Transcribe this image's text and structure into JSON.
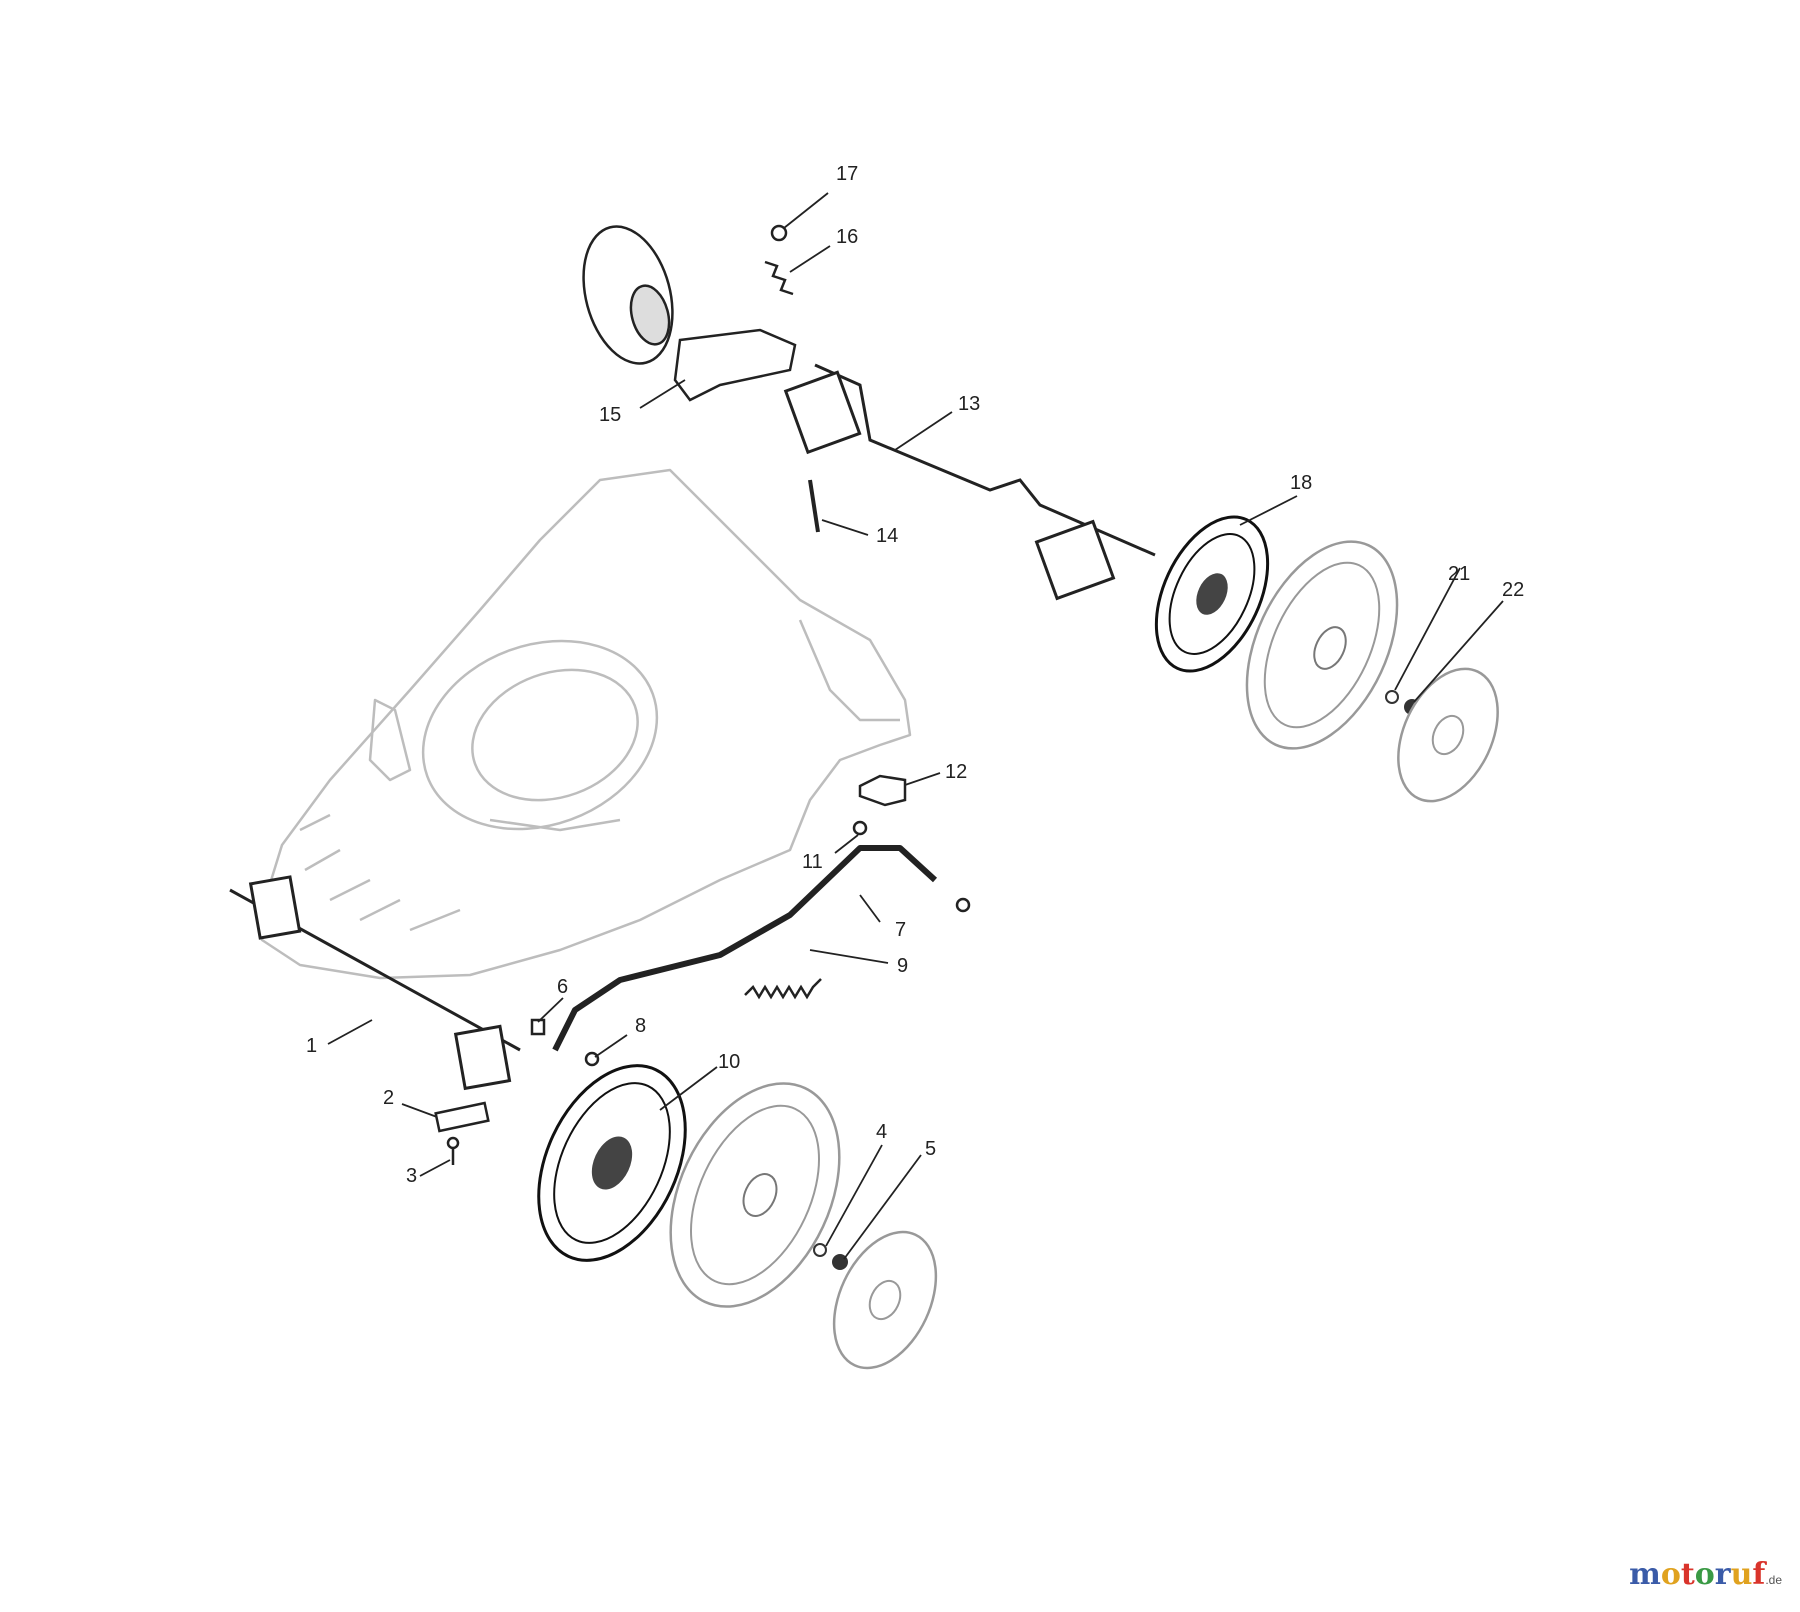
{
  "callouts": {
    "c1": "1",
    "c2": "2",
    "c3": "3",
    "c4": "4",
    "c5": "5",
    "c6": "6",
    "c7": "7",
    "c8": "8",
    "c9": "9",
    "c10": "10",
    "c11": "11",
    "c12": "12",
    "c13": "13",
    "c14": "14",
    "c15": "15",
    "c16": "16",
    "c17": "17",
    "c18": "18",
    "c21": "21",
    "c22": "22"
  },
  "brand": {
    "letters": [
      "m",
      "o",
      "t",
      "o",
      "r",
      "u",
      "f"
    ],
    "suffix": ".de",
    "colors": [
      "#3a5ba8",
      "#e0a21f",
      "#d9342b",
      "#3a9a45",
      "#3a5ba8",
      "#e0a21f",
      "#d9342b"
    ]
  }
}
